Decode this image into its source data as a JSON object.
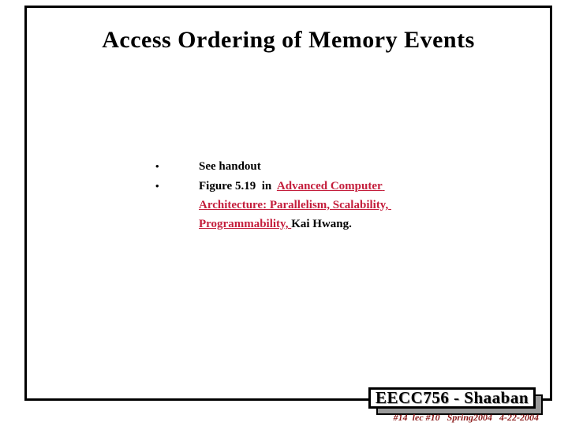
{
  "slide": {
    "title": "Access Ordering of Memory Events",
    "bullet_glyph": "•",
    "bullets": [
      {
        "segments": [
          {
            "text": "See handout",
            "style": "normal"
          }
        ]
      },
      {
        "segments": [
          {
            "text": "Figure 5.19  in  ",
            "style": "normal"
          },
          {
            "text": "Advanced Computer Architecture: Parallelism, Scalability, Programmability, ",
            "style": "link"
          },
          {
            "text": "Kai Hwang.",
            "style": "normal"
          }
        ]
      }
    ]
  },
  "footer": {
    "course_label": "EECC756 - Shaaban",
    "lecture_info": "#14  lec #10   Spring2004   4-22-2004"
  },
  "colors": {
    "link_red": "#C41E3C",
    "footer_red": "#8B1A1A",
    "shadow_gray": "#9A9A9A",
    "frame_black": "#000000"
  }
}
